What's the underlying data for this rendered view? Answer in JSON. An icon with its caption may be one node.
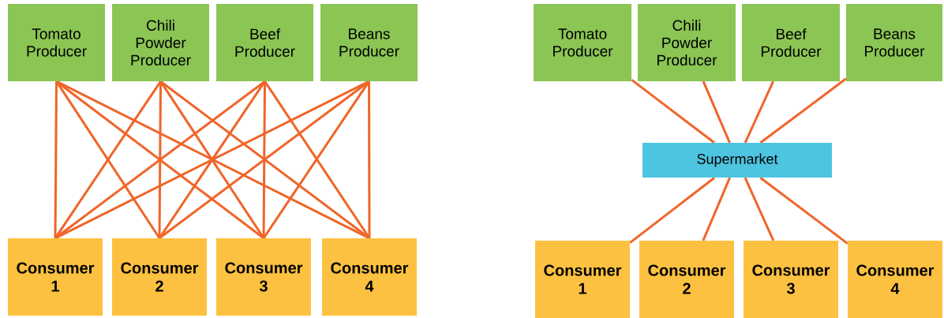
{
  "diagram": {
    "nodes": [
      {
        "text": [
          "Tomato Producer"
        ]
      },
      {
        "text": [
          "Chili Powder Producer"
        ]
      },
      {
        "text": [
          "Beef Producer"
        ]
      },
      {
        "text": [
          "Beans Producer"
        ]
      },
      {
        "text": [
          "Consumer 1"
        ]
      },
      {
        "text": [
          "Consumer 2"
        ]
      },
      {
        "text": [
          "Consumer 3"
        ]
      },
      {
        "text": [
          "Consumer 4"
        ]
      },
      {
        "text": [
          "Tomato Producer"
        ]
      },
      {
        "text": [
          "Chili Powder Producer"
        ]
      },
      {
        "text": [
          "Beef Producer"
        ]
      },
      {
        "text": [
          "Beans Producer"
        ]
      },
      {
        "text": [
          "Supermarket"
        ]
      },
      {
        "text": [
          "Consumer 1"
        ]
      },
      {
        "text": [
          "Consumer 2"
        ]
      },
      {
        "text": [
          "Consumer 3"
        ]
      },
      {
        "text": [
          "Consumer 4"
        ]
      }
    ],
    "edges": [
      {
        "from": 0,
        "to": 4,
        "arrow": "none"
      },
      {
        "from": 0,
        "to": 5,
        "arrow": "none"
      },
      {
        "from": 0,
        "to": 6,
        "arrow": "none"
      },
      {
        "from": 0,
        "to": 7,
        "arrow": "none"
      },
      {
        "from": 1,
        "to": 4,
        "arrow": "none"
      },
      {
        "from": 1,
        "to": 5,
        "arrow": "none"
      },
      {
        "from": 1,
        "to": 6,
        "arrow": "none"
      },
      {
        "from": 1,
        "to": 7,
        "arrow": "none"
      },
      {
        "from": 2,
        "to": 4,
        "arrow": "none"
      },
      {
        "from": 2,
        "to": 5,
        "arrow": "none"
      },
      {
        "from": 2,
        "to": 6,
        "arrow": "none"
      },
      {
        "from": 2,
        "to": 7,
        "arrow": "none"
      },
      {
        "from": 3,
        "to": 4,
        "arrow": "none"
      },
      {
        "from": 3,
        "to": 5,
        "arrow": "none"
      },
      {
        "from": 3,
        "to": 6,
        "arrow": "none"
      },
      {
        "from": 3,
        "to": 7,
        "arrow": "none"
      },
      {
        "from": 8,
        "to": 12,
        "arrow": "none"
      },
      {
        "from": 9,
        "to": 12,
        "arrow": "none"
      },
      {
        "from": 10,
        "to": 12,
        "arrow": "none"
      },
      {
        "from": 11,
        "to": 12,
        "arrow": "none"
      },
      {
        "from": 12,
        "to": 13,
        "arrow": "none"
      },
      {
        "from": 12,
        "to": 14,
        "arrow": "none"
      },
      {
        "from": 12,
        "to": 15,
        "arrow": "none"
      },
      {
        "from": 12,
        "to": 16,
        "arrow": "none"
      }
    ]
  }
}
